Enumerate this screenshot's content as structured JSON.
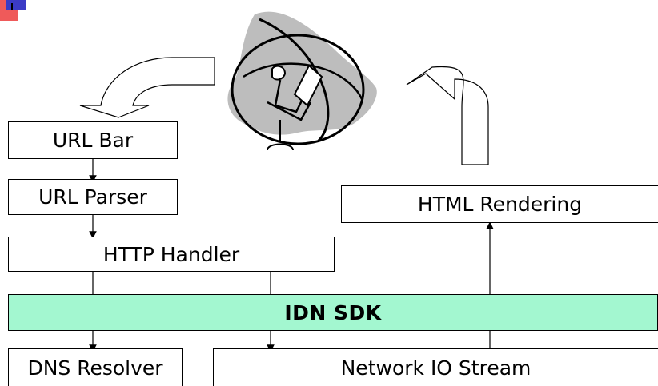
{
  "colors": {
    "sdk_fill": "#a3f7d0",
    "corner_red": "#ef5a5a",
    "corner_blue": "#3b3bc6",
    "globe_fill": "#bdbdbd"
  },
  "icons": {
    "globe": "globe-user-icon",
    "arrow_down": "curved-arrow-down-icon",
    "arrow_up": "curved-arrow-up-icon"
  },
  "boxes": {
    "url_bar": "URL Bar",
    "url_parser": "URL Parser",
    "http_handler": "HTTP Handler",
    "idn_sdk": "IDN SDK",
    "dns_resolver": "DNS Resolver",
    "network_io": "Network IO Stream",
    "html_rendering": "HTML Rendering"
  }
}
